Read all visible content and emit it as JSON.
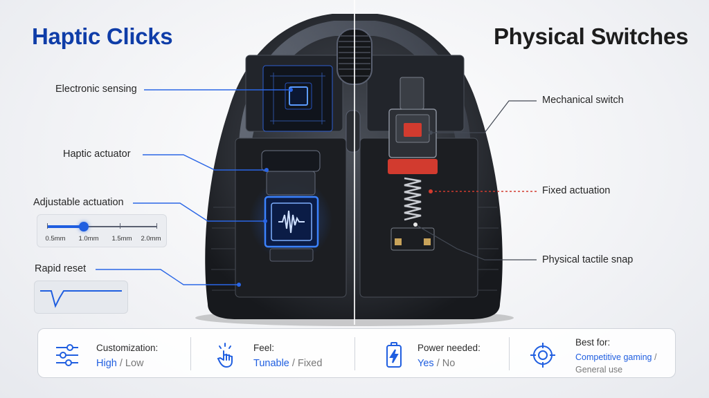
{
  "titles": {
    "left": "Haptic Clicks",
    "right": "Physical Switches"
  },
  "left_callouts": {
    "electronic_sensing": "Electronic sensing",
    "haptic_actuator": "Haptic actuator",
    "adjustable_actuation": "Adjustable actuation",
    "rapid_reset": "Rapid reset"
  },
  "right_callouts": {
    "mechanical_switch": "Mechanical switch",
    "fixed_actuation": "Fixed actuation",
    "physical_tactile_snap": "Physical tactile snap"
  },
  "actuation_slider": {
    "ticks": [
      "0.5mm",
      "1.0mm",
      "1.5mm",
      "2.0mm"
    ],
    "value_mm": 1.0,
    "min_mm": 0.5,
    "max_mm": 2.0
  },
  "comparison": [
    {
      "caption": "Customization:",
      "on": "High",
      "sep": "/",
      "off": "Low",
      "icon": "sliders-icon"
    },
    {
      "caption": "Feel:",
      "on": "Tunable",
      "sep": "/",
      "off": "Fixed",
      "icon": "tap-hand-icon"
    },
    {
      "caption": "Power needed:",
      "on": "Yes",
      "sep": "/",
      "off": "No",
      "icon": "battery-bolt-icon"
    },
    {
      "caption": "Best for:",
      "on": "Competitive gaming",
      "sep": "/",
      "off": "General use",
      "icon": "target-icon"
    }
  ],
  "colors": {
    "haptic_blue": "#1f5ee0",
    "title_blue": "#0f3da8",
    "switch_red": "#d23b2f",
    "mouse_body": "#2a2d33"
  }
}
